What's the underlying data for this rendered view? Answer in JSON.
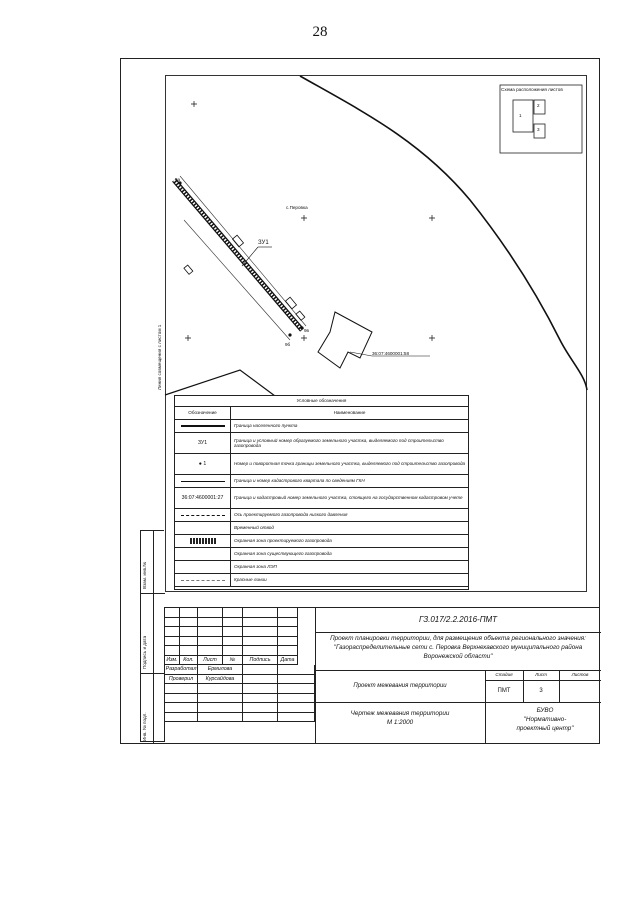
{
  "page_number": "28",
  "map": {
    "settlement": "с.Перовка",
    "plot_label": "ЗУ1",
    "point_1": "9а",
    "point_2": "9в",
    "point_3": "9б",
    "cadastral": "36:07:4600001:58",
    "left_edge": "Линия совмещения с листом 1"
  },
  "inset": {
    "title": "Схема расположения листов",
    "sheets": [
      "1",
      "2",
      "3"
    ]
  },
  "legend": {
    "title": "Условные обозначения",
    "col_symbol": "Обозначение",
    "col_name": "Наименование",
    "rows": [
      {
        "symbol": "",
        "name": "Граница населенного пункта"
      },
      {
        "symbol": "ЗУ1",
        "name": "Граница и условный номер образуемого земельного участка, выделяемого под строительство газопровода"
      },
      {
        "symbol": "● 1",
        "name": "Номер и поворотная точка границы земельного участка, выделяемого под строительство газопровода"
      },
      {
        "symbol": "",
        "name": "Граница и номер кадастрового квартала по сведениям ГКН"
      },
      {
        "symbol": "36:07:4600001:27",
        "name": "Граница и кадастровый номер земельного участка, стоящего на государственном кадастровом учете"
      },
      {
        "symbol": "",
        "name": "Ось проектируемого газопровода низкого давления"
      },
      {
        "symbol": "",
        "name": "Временный отвод"
      },
      {
        "symbol": "",
        "name": "Охранная зона проектируемого газопровода"
      },
      {
        "symbol": "",
        "name": "Охранная зона существующего газопровода"
      },
      {
        "symbol": "",
        "name": "Охранная зона ЛЭП"
      },
      {
        "symbol": "",
        "name": "Красные линии"
      }
    ]
  },
  "side_stamp": [
    "Взам. инв.№",
    "Подпись и дата",
    "Инв. № подл."
  ],
  "title_block": {
    "doc_code": "ГЗ.017/2.2.2016-ПМТ",
    "project": "Проект планировки территории, для размещения объекта регионального значения: \"Газораспределительные сети с. Перовка Верхнехавского муниципального района Воронежской области\"",
    "headers": [
      "Изм.",
      "Кол.",
      "Лист",
      "№",
      "Подпись",
      "Дата"
    ],
    "roles": [
      {
        "role": "Разработал",
        "name": "Ермилова"
      },
      {
        "role": "Проверил",
        "name": "Курсайдова"
      }
    ],
    "section": "Проект межевания территории",
    "stage_header": "Стадия",
    "sheet_header": "Лист",
    "sheets_header": "Листов",
    "stage": "ПМТ",
    "sheet": "3",
    "sheets": "",
    "drawing": "Чертеж межевания территории",
    "scale": "М 1:2000",
    "org": "БУВО \"Нормативно-проектный центр\""
  }
}
